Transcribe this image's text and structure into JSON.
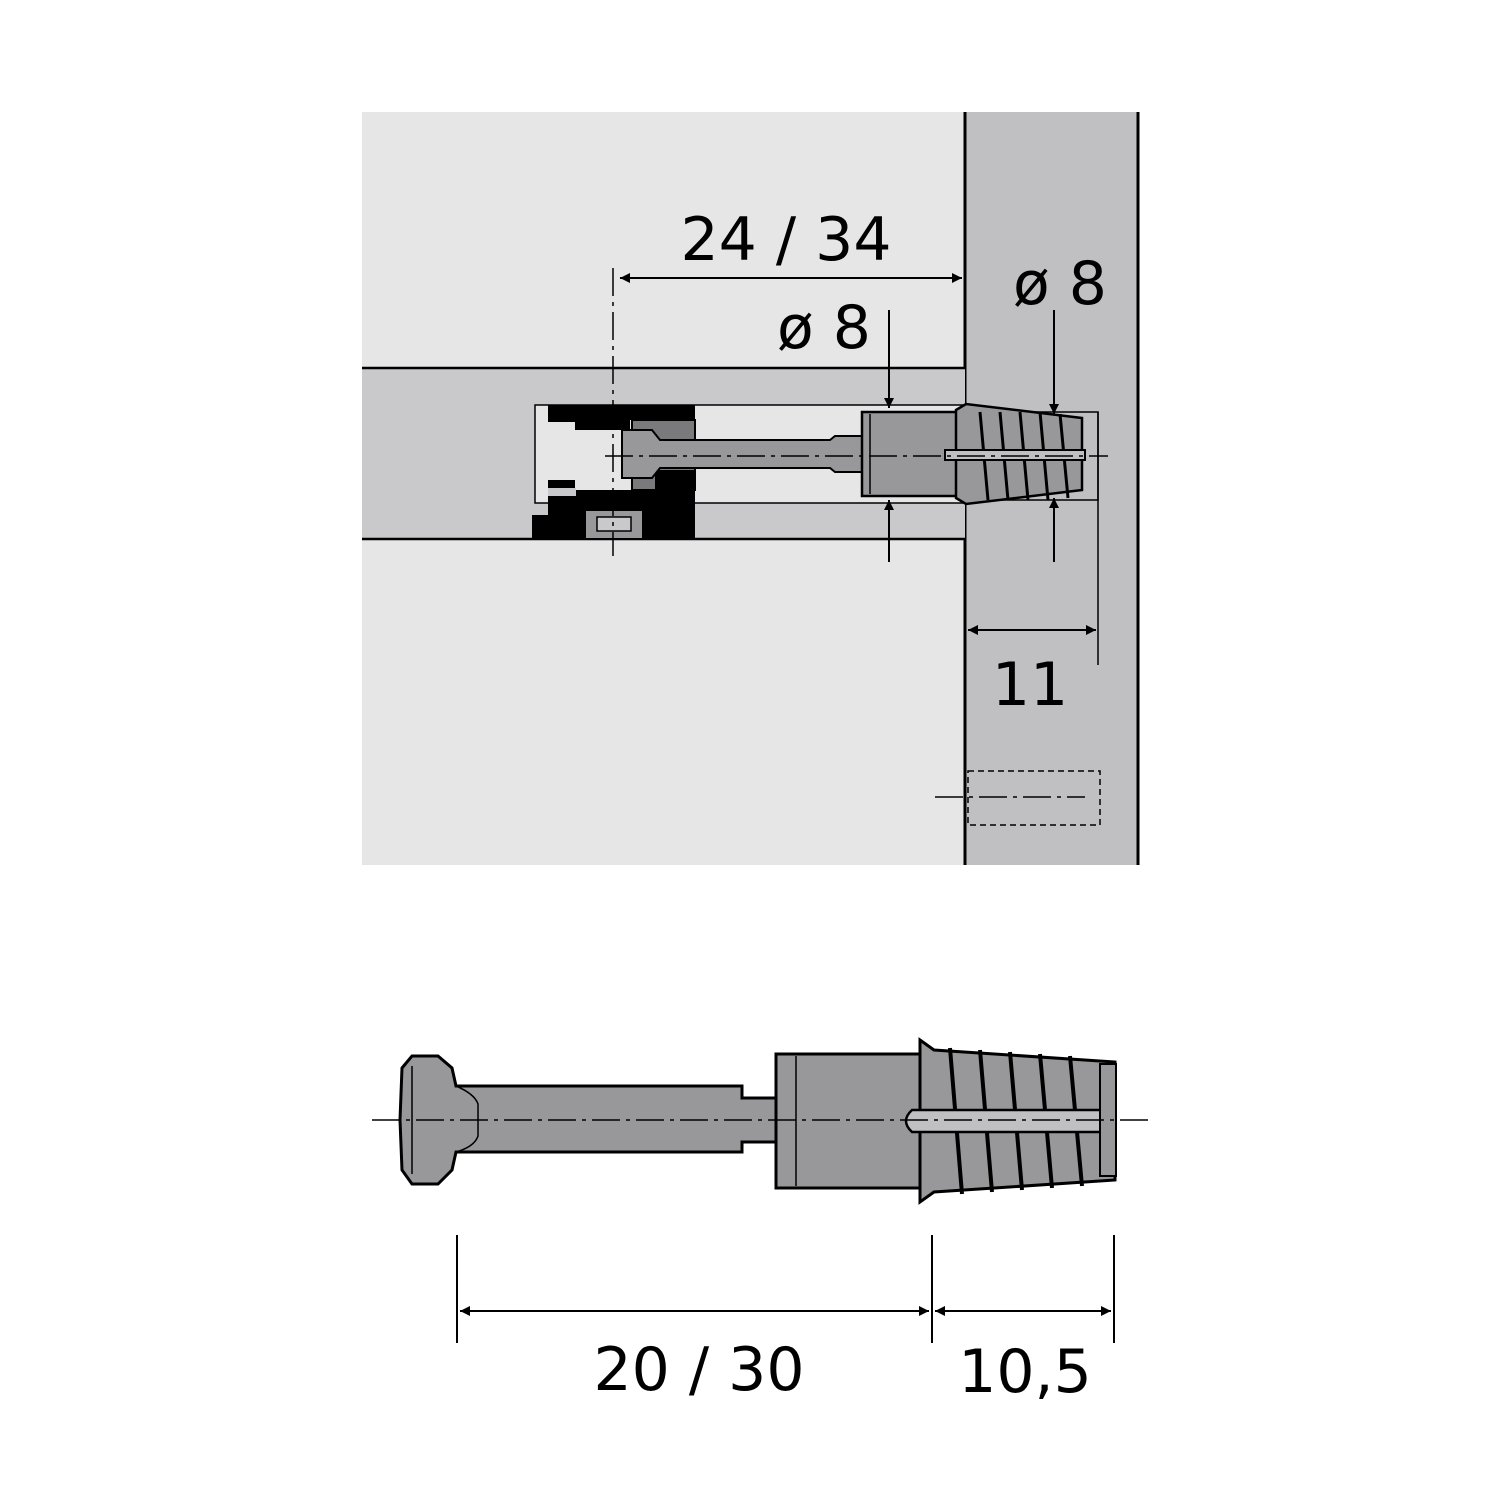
{
  "assembly_view": {
    "dim_depth_label": "24 / 34",
    "dim_dia_bolt_label": "ø 8",
    "dim_dia_dowel_label": "ø 8",
    "dim_setback_label": "11"
  },
  "part_view": {
    "dim_length_label": "20 / 30",
    "dim_thread_label": "10,5"
  },
  "colors": {
    "panel_light": "#e6e6e7",
    "panel_mid": "#c0c0c2",
    "slot": "#c9c9cb",
    "metal": "#98989b",
    "metal_dark": "#7a7a7d",
    "outline": "#000000"
  }
}
